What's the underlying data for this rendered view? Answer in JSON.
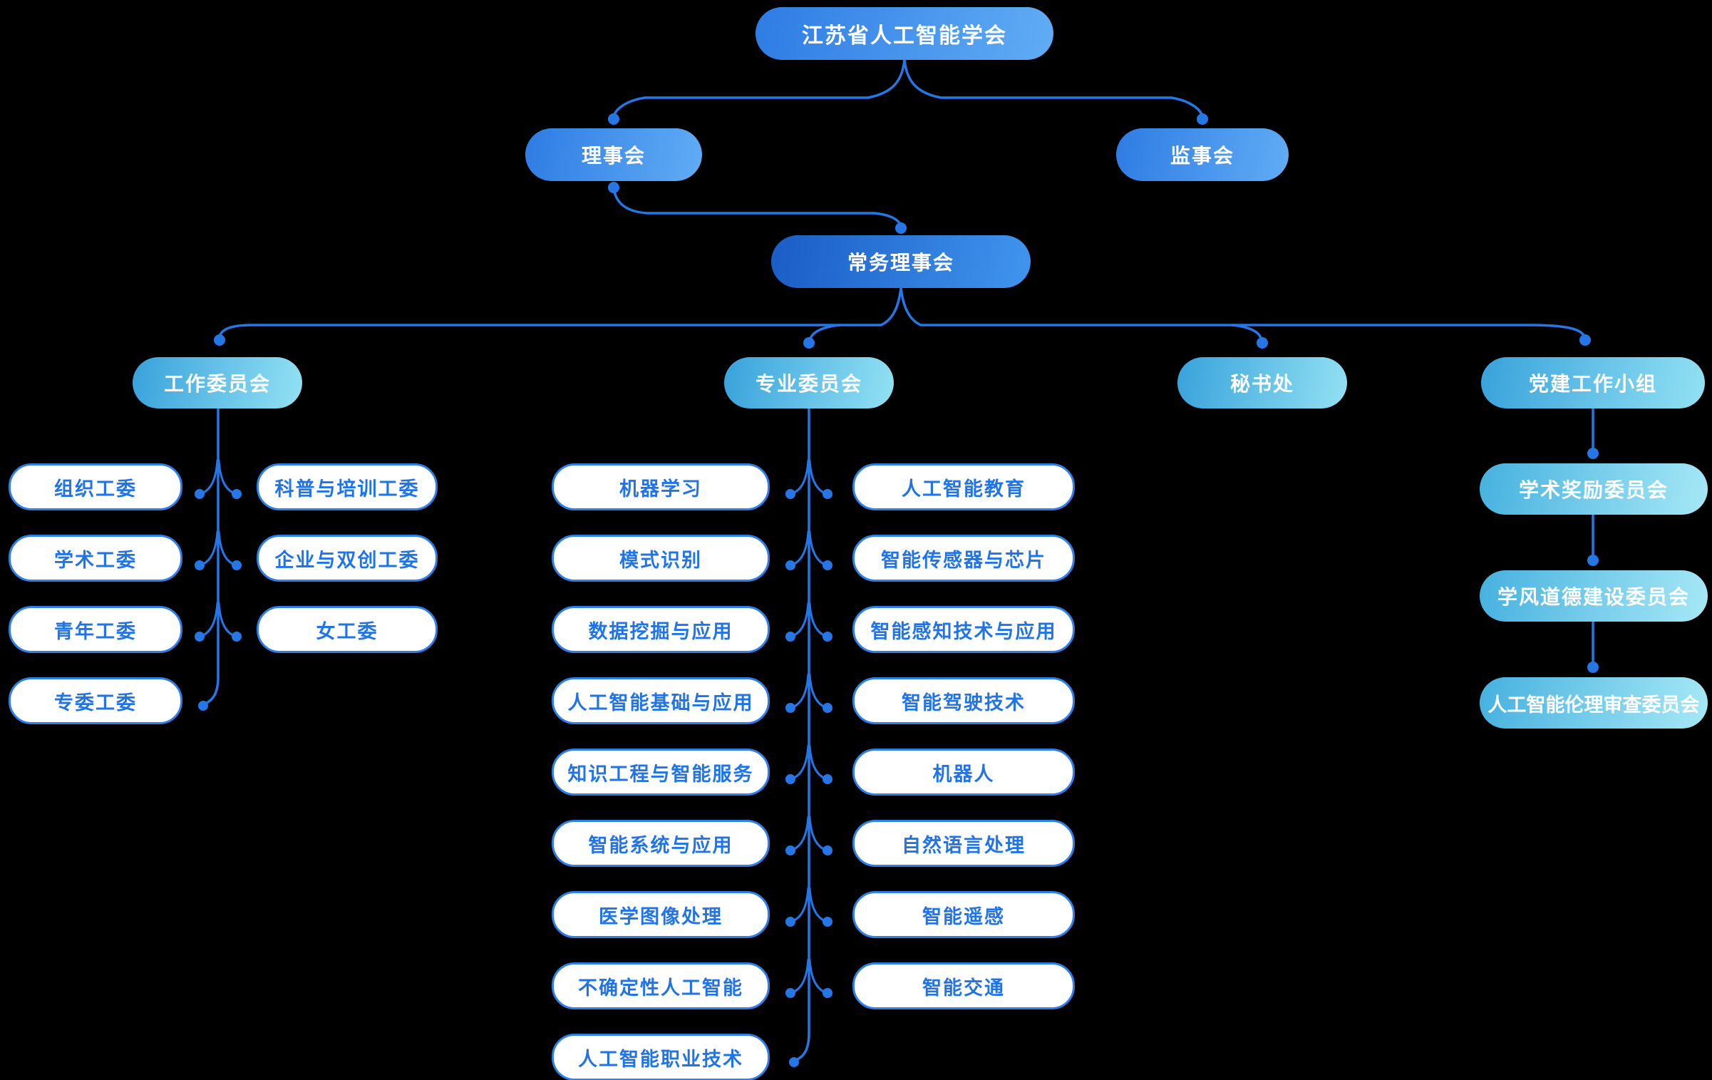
{
  "palette": {
    "background": "#000000",
    "connector": "#2577E6",
    "node_blue_start": "#2E7CE4",
    "node_blue_end": "#60ACF5",
    "node_dark_start": "#1A5CC6",
    "node_dark_end": "#4095EE",
    "node_teal_start": "#38A2DB",
    "node_teal_end": "#92E1F3",
    "node_teal_light_start": "#46B1DF",
    "node_teal_light_end": "#A6E8F6",
    "pill_border": "#2E7FE8",
    "pill_text": "#2174E8",
    "node_text": "#FFFFFF"
  },
  "org": {
    "root": "江苏省人工智能学会",
    "council": "理事会",
    "supervisors": "监事会",
    "standing_council": "常务理事会",
    "branches": {
      "work_committee": "工作委员会",
      "professional_committee": "专业委员会",
      "secretariat": "秘书处",
      "party_group": "党建工作小组"
    },
    "work_left": [
      "组织工委",
      "学术工委",
      "青年工委",
      "专委工委"
    ],
    "work_right": [
      "科普与培训工委",
      "企业与双创工委",
      "女工委"
    ],
    "professional_left": [
      "机器学习",
      "模式识别",
      "数据挖掘与应用",
      "人工智能基础与应用",
      "知识工程与智能服务",
      "智能系统与应用",
      "医学图像处理",
      "不确定性人工智能",
      "人工智能职业技术"
    ],
    "professional_right": [
      "人工智能教育",
      "智能传感器与芯片",
      "智能感知技术与应用",
      "智能驾驶技术",
      "机器人",
      "自然语言处理",
      "智能遥感",
      "智能交通"
    ],
    "party_committees": [
      "学术奖励委员会",
      "学风道德建设委员会",
      "人工智能伦理审查委员会"
    ]
  }
}
